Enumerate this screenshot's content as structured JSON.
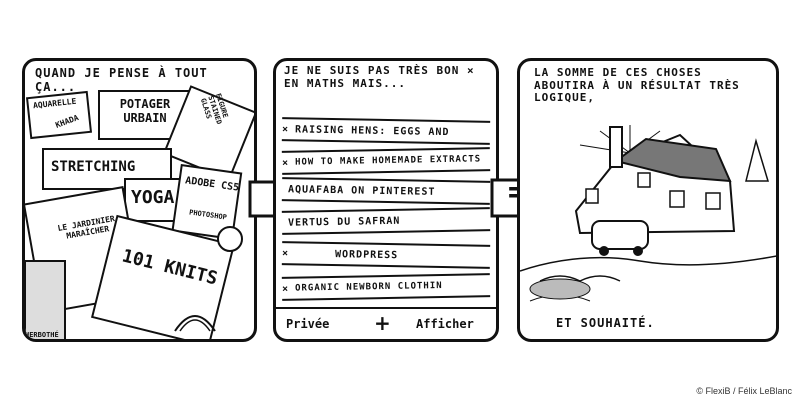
{
  "panel1": {
    "caption": "QUAND JE PENSE À TOUT ÇA...",
    "books": [
      "AQUARELLE",
      "KHADA",
      "POTAGER URBAIN",
      "STRETCHING",
      "YOGA",
      "ADOBE CS5",
      "PHOTOSHOP",
      "LE JARDINIER MARAÎCHER",
      "101 KNITS",
      "HERBOTHÉ",
      "FIGURE STAINED GLASS"
    ]
  },
  "panel2": {
    "caption": "JE NE SUIS PAS TRÈS BON × EN MATHS MAIS...",
    "items": [
      {
        "mark": "×",
        "label": "RAISING HENS: EGGS AND"
      },
      {
        "mark": "×",
        "label": "HOW TO MAKE HOMEMADE EXTRACTS"
      },
      {
        "mark": "",
        "label": "AQUAFABA ON PINTEREST"
      },
      {
        "mark": "",
        "label": "VERTUS DU SAFRAN"
      },
      {
        "mark": "×",
        "label": "WORDPRESS"
      },
      {
        "mark": "×",
        "label": "ORGANIC NEWBORN CLOTHIN"
      }
    ],
    "footer_left": "Privée",
    "footer_plus": "+",
    "footer_right": "Afficher"
  },
  "panel3": {
    "caption": "LA SOMME DE CES CHOSES ABOUTIRA À UN RÉSULTAT TRÈS LOGIQUE,",
    "bottom_caption": "ET SOUHAITÉ."
  },
  "operators": {
    "plus": "+",
    "equals": "="
  },
  "credit": "© FlexiB / Félix LeBlanc",
  "colors": {
    "ink": "#111111",
    "paper": "#ffffff"
  }
}
